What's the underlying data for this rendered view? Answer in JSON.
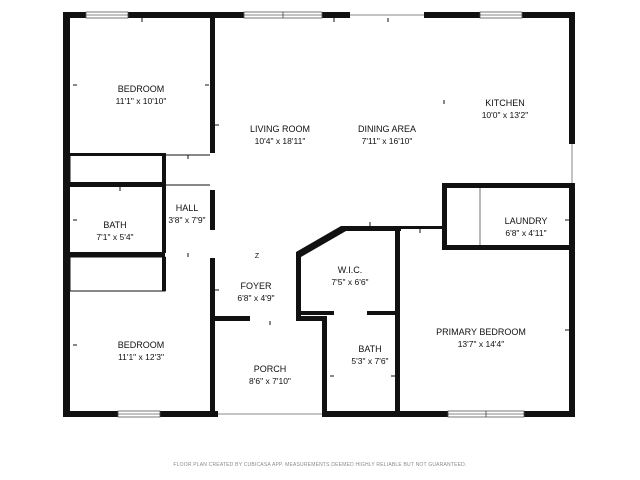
{
  "rooms": [
    {
      "id": "bedroom-1",
      "name": "BEDROOM",
      "dims": "11'1\" x 10'10\""
    },
    {
      "id": "living-room",
      "name": "LIVING ROOM",
      "dims": "10'4\" x 18'11\""
    },
    {
      "id": "dining-area",
      "name": "DINING AREA",
      "dims": "7'11\" x 16'10\""
    },
    {
      "id": "kitchen",
      "name": "KITCHEN",
      "dims": "10'0\" x 13'2\""
    },
    {
      "id": "hall",
      "name": "HALL",
      "dims": "3'8\" x 7'9\""
    },
    {
      "id": "bath-1",
      "name": "BATH",
      "dims": "7'1\" x 5'4\""
    },
    {
      "id": "laundry",
      "name": "LAUNDRY",
      "dims": "6'8\" x 4'11\""
    },
    {
      "id": "wic",
      "name": "W.I.C.",
      "dims": "7'5\" x 6'6\""
    },
    {
      "id": "foyer",
      "name": "FOYER",
      "dims": "6'8\" x 4'9\""
    },
    {
      "id": "bath-2",
      "name": "BATH",
      "dims": "5'3\" x 7'6\""
    },
    {
      "id": "primary-bedroom",
      "name": "PRIMARY BEDROOM",
      "dims": "13'7\" x 14'4\""
    },
    {
      "id": "bedroom-2",
      "name": "BEDROOM",
      "dims": "11'1\" x 12'3\""
    },
    {
      "id": "porch",
      "name": "PORCH",
      "dims": "8'6\" x 7'10\""
    }
  ],
  "stair_marker": "Z",
  "footer": "FLOOR PLAN CREATED BY CUBICASA APP. MEASUREMENTS DEEMED HIGHLY RELIABLE BUT NOT GUARANTEED."
}
